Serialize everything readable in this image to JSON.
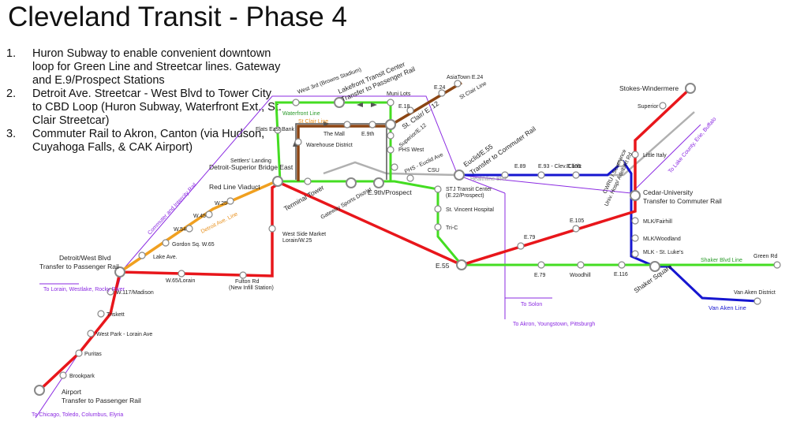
{
  "title": "Cleveland Transit - Phase 4",
  "notes": [
    {
      "num": "1.",
      "text": "Huron Subway to enable convenient downtown loop for Green Line and Streetcar lines. Gateway and E.9/Prospect Stations"
    },
    {
      "num": "2.",
      "text": "Detroit Ave. Streetcar - West Blvd to Tower City to CBD Loop (Huron Subway, Waterfront Ext., St. Clair Streetcar)"
    },
    {
      "num": "3.",
      "text": "Commuter Rail to Akron, Canton (via Hudson, Cuyahoga Falls, & CAK Airport)"
    }
  ],
  "colors": {
    "red_line": "#e8161b",
    "green_line": "#44dd22",
    "blue_line": "#1616d0",
    "orange_line": "#f0a020",
    "brown_line": "#8b4513",
    "purple_line": "#8b2be2",
    "healthline_brt": "#b0b0b0",
    "streetcar": "#555555"
  },
  "map": {
    "line_labels": {
      "commuter": "Commuter and Intercity Rail",
      "detroit_ave": "Detroit Ave.  Line",
      "waterfront": "Waterfront Line",
      "st_clair": "St Clair Line",
      "healthline": "Healthline BRT",
      "shaker_blvd": "Shaker Blvd Line",
      "van_aken": "Van Aken Line"
    },
    "stations": {
      "stokes": "Stokes-Windermere",
      "superior": "Superior",
      "little_italy": "Little Italy",
      "cedar": "Cedar-University",
      "cedar_sub": "Transfer to Commuter Rail",
      "mlk_fairhill": "MLK/Fairhill",
      "mlk_woodland": "MLK/Woodland",
      "mlk_st_lukes": "MLK - St. Luke's",
      "shaker_square": "Shaker Square",
      "green_rd": "Green Rd",
      "van_aken": "Van Aken District",
      "e116": "E.116",
      "woodhill": "Woodhill",
      "e79_green": "E.79",
      "e55": "E.55",
      "e79_red": "E.79",
      "e105_red": "E.105",
      "tri_c": "Tri-C",
      "st_vincent": "St. Vincent Hospital",
      "stj": "STJ Transit Center",
      "stj_sub": "(E.22/Prospect)",
      "euclid_e55": "Euclid/E.55",
      "euclid_sub": "Transfer to Commuter Rail",
      "e89": "E.89",
      "e93": "E.93 - Clev. Clinic",
      "e105_blue": "E.105",
      "cwru": "CWRU / Severance",
      "univ_hosp": "Univ. Hosp/ Adelbert Rd",
      "csu": "CSU",
      "phs_euclid": "PHS - Euclid Ave",
      "phs_west": "PHS West",
      "superior_e12": "Superior/E.12",
      "st_clair_e12": "St. Clair/ E. 12",
      "e18": "E.18",
      "e24": "E.24",
      "asiatown": "AsiaTown E.24",
      "asiatown_sub": "St Clair Line",
      "muni_lots": "Muni Lots",
      "lakefront": "Lakefront Transit Center",
      "lakefront_sub": "Transfer to Passenger Rail",
      "west3rd": "West 3rd (Browns Stadium)",
      "flats": "Flats East Bank",
      "the_mall": "The Mall",
      "e9th_top": "E.9th",
      "warehouse": "Warehouse District",
      "settlers": "Settlers' Landing",
      "detroit_superior": "Detroit-Superior Bridge East",
      "viaduct": "Red Line Viaduct",
      "terminal_tower": "Terminal Tower",
      "gateway": "Gateway Sports District",
      "e9th_prospect": "E.9th/Prospect",
      "w25_orange": "W.25",
      "w45": "W.45",
      "w54": "W.54",
      "gordon_sq": "Gordon Sq. W.65",
      "lake_ave": "Lake Ave.",
      "detroit_west": "Detroit/West Blvd",
      "detroit_west_sub": "Transfer to Passenger Rail",
      "w65_lorain": "W.65/Lorain",
      "fulton": "Fulton Rd",
      "fulton_sub": "(New Infill Station)",
      "west_side_market": "West Side Market",
      "west_side_market_sub": "Lorain/W.25",
      "w117": "W.117/Madison",
      "triskett": "Triskett",
      "west_park": "West Park - Lorain Ave",
      "puritas": "Puritas",
      "brookpark": "Brookpark",
      "airport": "Airport",
      "airport_sub": "Transfer to Passenger Rail"
    },
    "destinations": {
      "lorain": "To Lorain, Westlake, Rocky River",
      "chicago": "To Chicago, Toledo, Columbus, Elyria",
      "solon": "To Solon",
      "akron": "To Akron, Youngstown, Pittsburgh",
      "lake_county": "To Lake County, Erie, Buffalo"
    }
  }
}
